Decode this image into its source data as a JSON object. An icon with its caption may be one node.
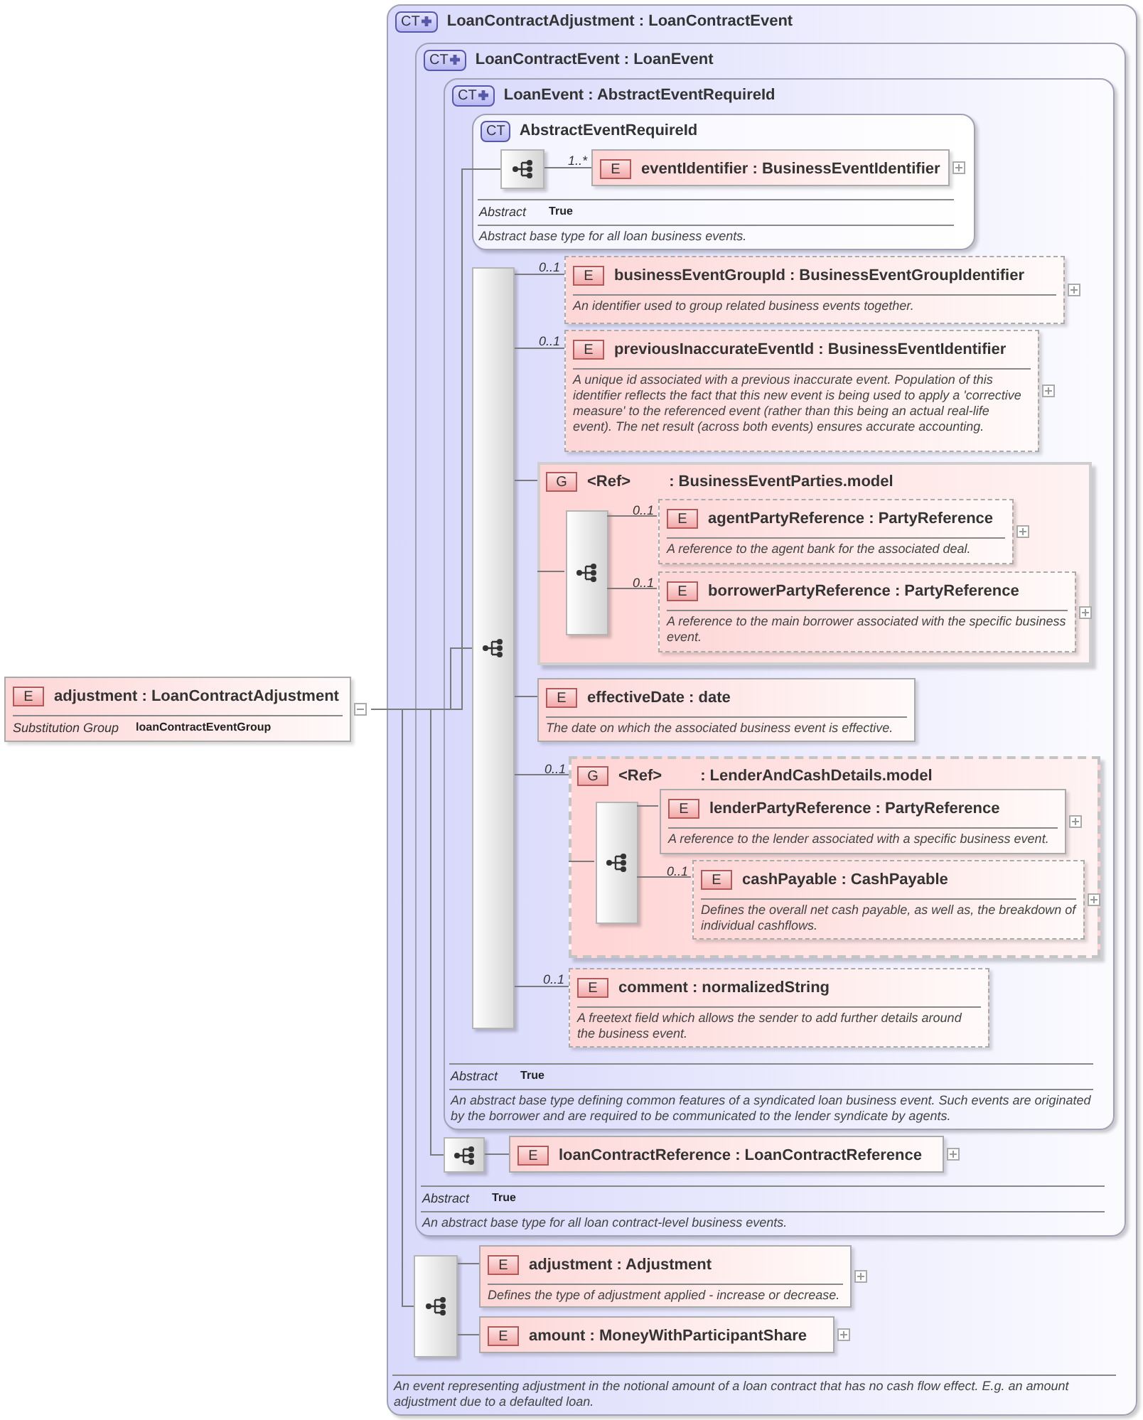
{
  "diagram": {
    "nodes": [
      {
        "text": [
          "E",
          "adjustment : LoanContractAdjustment",
          "Substitution Group",
          "loanContractEventGroup"
        ]
      },
      {
        "text": [
          "CT",
          "LoanContractAdjustment : LoanContractEvent",
          "An event representing adjustment in the notional amount of a loan contract that has no cash flow effect. E.g. an amount adjustment due to a defaulted loan."
        ]
      },
      {
        "text": [
          "CT",
          "LoanContractEvent : LoanEvent",
          "Abstract",
          "True",
          "An abstract base type for all loan contract-level business events."
        ],
        "in": 1
      },
      {
        "text": [
          "CT",
          "LoanEvent : AbstractEventRequireId",
          "Abstract",
          "True",
          "An abstract base type defining common features of a syndicated loan business event. Such events are originated by the borrower and are required to be communicated to the lender syndicate by agents."
        ],
        "in": 2
      },
      {
        "text": [
          "CT",
          "AbstractEventRequireId",
          "Abstract",
          "True",
          "Abstract base type for all loan business events."
        ],
        "in": 3
      },
      {
        "text": [],
        "shape": "box",
        "in": 4
      },
      {
        "text": [
          "E",
          "eventIdentifier : BusinessEventIdentifier"
        ],
        "in": 4,
        "beside": [
          "1..*"
        ]
      },
      {
        "text": [],
        "shape": "box",
        "in": 3
      },
      {
        "text": [
          "E",
          "businessEventGroupId : BusinessEventGroupIdentifier",
          "An identifier used to group related business events together."
        ],
        "in": 3,
        "beside": [
          "0..1"
        ]
      },
      {
        "text": [
          "E",
          "previousInaccurateEventId : BusinessEventIdentifier",
          "A unique id associated with a previous inaccurate event. Population of this identifier reflects the fact that this new event is being used to apply a 'corrective measure' to the referenced event (rather than this being an actual real-life event). The net result (across both events) ensures accurate accounting."
        ],
        "in": 3,
        "beside": [
          "0..1"
        ]
      },
      {
        "text": [
          "G",
          "<Ref>",
          ": BusinessEventParties.model"
        ],
        "in": 3
      },
      {
        "text": [],
        "shape": "box",
        "in": 10
      },
      {
        "text": [
          "E",
          "agentPartyReference : PartyReference",
          "A reference to the agent bank for the associated deal."
        ],
        "in": 10,
        "beside": [
          "0..1"
        ]
      },
      {
        "text": [
          "E",
          "borrowerPartyReference : PartyReference",
          "A reference to the main borrower associated with the specific business event."
        ],
        "in": 10,
        "beside": [
          "0..1"
        ]
      },
      {
        "text": [
          "E",
          "effectiveDate : date",
          "The date on which the associated business event is effective."
        ],
        "in": 3
      },
      {
        "text": [
          "G",
          "<Ref>",
          ": LenderAndCashDetails.model"
        ],
        "in": 3,
        "beside": [
          "0..1"
        ]
      },
      {
        "text": [],
        "shape": "box",
        "in": 15
      },
      {
        "text": [
          "E",
          "lenderPartyReference : PartyReference",
          "A reference to the lender associated with a specific business event."
        ],
        "in": 15
      },
      {
        "text": [
          "E",
          "cashPayable : CashPayable",
          "Defines the overall net cash payable, as well as, the breakdown of individual cashflows."
        ],
        "in": 15,
        "beside": [
          "0..1"
        ]
      },
      {
        "text": [
          "E",
          "comment : normalizedString",
          "A freetext field which allows the sender to add further details around the business event."
        ],
        "in": 3,
        "beside": [
          "0..1"
        ]
      },
      {
        "text": [],
        "shape": "box",
        "in": 2
      },
      {
        "text": [
          "E",
          "loanContractReference : LoanContractReference"
        ],
        "in": 2
      },
      {
        "text": [],
        "shape": "box",
        "in": 1
      },
      {
        "text": [
          "E",
          "adjustment : Adjustment",
          "Defines the type of adjustment applied - increase or decrease."
        ],
        "in": 1
      },
      {
        "text": [
          "E",
          "amount : MoneyWithParticipantShare"
        ],
        "in": 1
      }
    ],
    "edges": [
      {
        "from": 0,
        "to": 5,
        "arrow": "none"
      },
      {
        "from": 0,
        "to": 7,
        "arrow": "none"
      },
      {
        "from": 0,
        "to": 20,
        "arrow": "none"
      },
      {
        "from": 0,
        "to": 22,
        "arrow": "none"
      },
      {
        "from": 5,
        "to": 6,
        "arrow": "none"
      },
      {
        "from": 7,
        "to": 8,
        "arrow": "none"
      },
      {
        "from": 7,
        "to": 9,
        "arrow": "none"
      },
      {
        "from": 7,
        "to": 10,
        "arrow": "none"
      },
      {
        "from": 10,
        "to": 11,
        "arrow": "none"
      },
      {
        "from": 11,
        "to": 12,
        "arrow": "none"
      },
      {
        "from": 11,
        "to": 13,
        "arrow": "none"
      },
      {
        "from": 7,
        "to": 14,
        "arrow": "none"
      },
      {
        "from": 7,
        "to": 15,
        "arrow": "none"
      },
      {
        "from": 15,
        "to": 16,
        "arrow": "none"
      },
      {
        "from": 16,
        "to": 17,
        "arrow": "none"
      },
      {
        "from": 16,
        "to": 18,
        "arrow": "none"
      },
      {
        "from": 7,
        "to": 19,
        "arrow": "none"
      },
      {
        "from": 20,
        "to": 21,
        "arrow": "none"
      },
      {
        "from": 22,
        "to": 23,
        "arrow": "none"
      },
      {
        "from": 22,
        "to": 24,
        "arrow": "none"
      }
    ]
  }
}
